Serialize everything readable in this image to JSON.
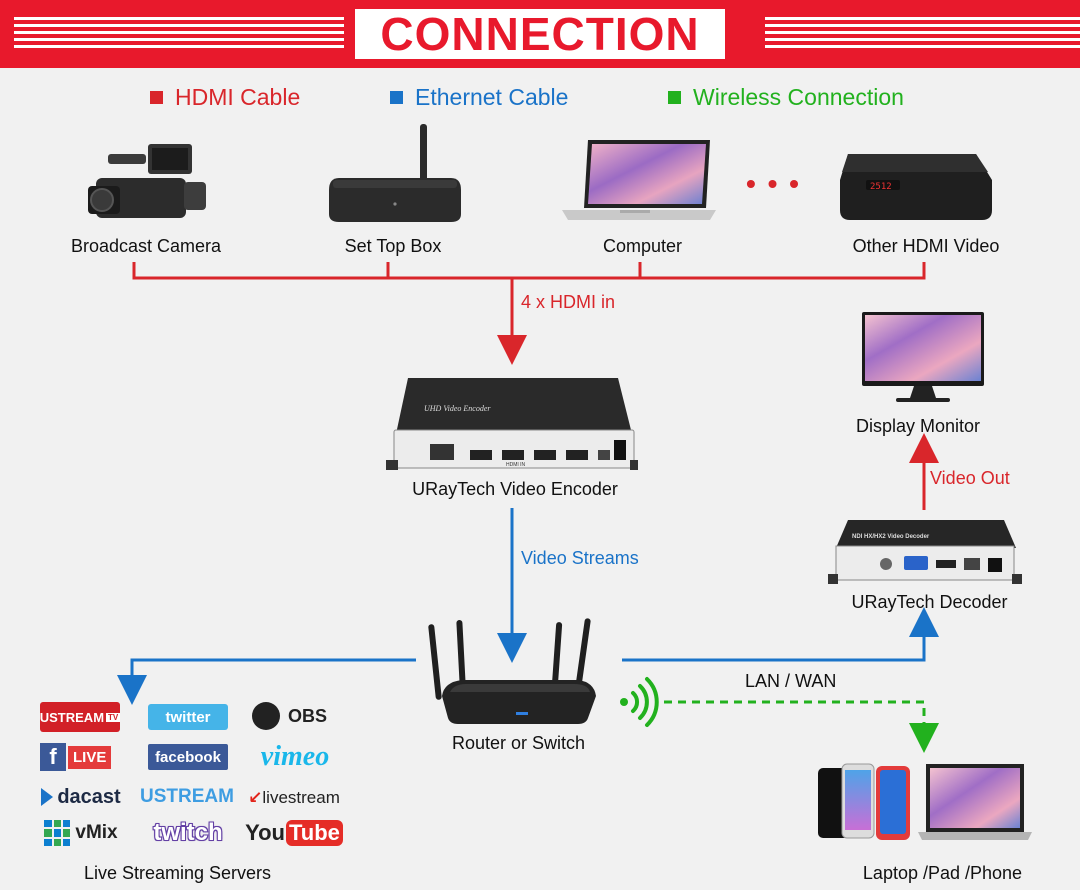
{
  "header": {
    "title": "CONNECTION"
  },
  "legend": [
    {
      "label": "HDMI Cable",
      "color": "#d9262b"
    },
    {
      "label": "Ethernet Cable",
      "color": "#1a73c8"
    },
    {
      "label": "Wireless Connection",
      "color": "#22b11e"
    }
  ],
  "sources": {
    "camera": "Broadcast Camera",
    "stb": "Set Top Box",
    "computer": "Computer",
    "ellipsis": "• • •",
    "other": "Other HDMI Video"
  },
  "links": {
    "hdmi_in": "4 x HDMI in",
    "video_streams": "Video Streams",
    "video_out": "Video Out",
    "lan_wan": "LAN / WAN"
  },
  "devices": {
    "encoder": "URayTech Video Encoder",
    "encoder_plate": "UHD Video Encoder",
    "encoder_ports": "HDMI IN",
    "monitor": "Display Monitor",
    "decoder": "URayTech Decoder",
    "decoder_plate": "NDI HX/HX2 Video Decoder",
    "router": "Router or Switch",
    "clients": "Laptop /Pad /Phone",
    "servers": "Live Streaming Servers"
  },
  "stream_logos": {
    "ustream_tv": "USTREAM",
    "ustream_tv_badge": "TV",
    "twitter": "twitter",
    "obs": "OBS",
    "fb_live_f": "f",
    "fb_live": "LIVE",
    "facebook": "facebook",
    "vimeo": "vimeo",
    "dacast": "dacast",
    "ustream": "USTREAM",
    "livestream": "livestream",
    "vmix": "vMix",
    "twitch": "twitch",
    "youtube_you": "You",
    "youtube_tube": "Tube"
  },
  "colors": {
    "banner": "#e8192c",
    "hdmi": "#d9262b",
    "ethernet": "#1a73c8",
    "wireless": "#22b11e"
  }
}
